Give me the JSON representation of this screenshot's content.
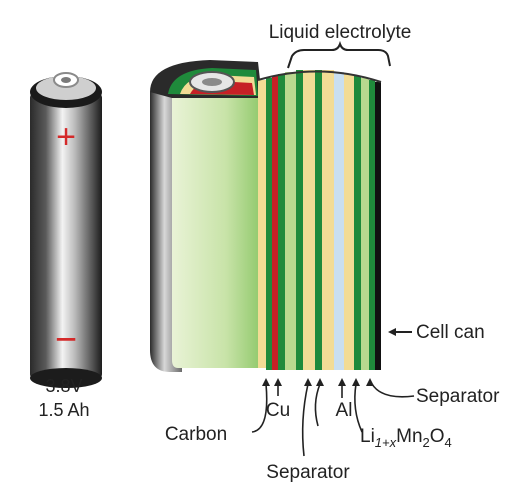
{
  "battery": {
    "voltage": "3.8V",
    "capacity": "1.5 Ah",
    "positive_symbol": "+",
    "negative_symbol": "−"
  },
  "labels": {
    "liquid_electrolyte": "Liquid electrolyte",
    "cell_can": "Cell can",
    "cu": "Cu",
    "al": "Al",
    "carbon": "Carbon",
    "separator_bottom": "Separator",
    "separator_right": "Separator",
    "cathode_li": "Li",
    "cathode_sub1": "1+x",
    "cathode_mn": "Mn",
    "cathode_sub2": "2",
    "cathode_o": "O",
    "cathode_sub3": "4"
  },
  "colors": {
    "green": "#1f8a3b",
    "light_green": "#b9d98f",
    "yellow": "#f2dc95",
    "light_blue": "#c9dff0",
    "red": "#c62026",
    "black": "#111111",
    "plus_red": "#d42a2a"
  }
}
